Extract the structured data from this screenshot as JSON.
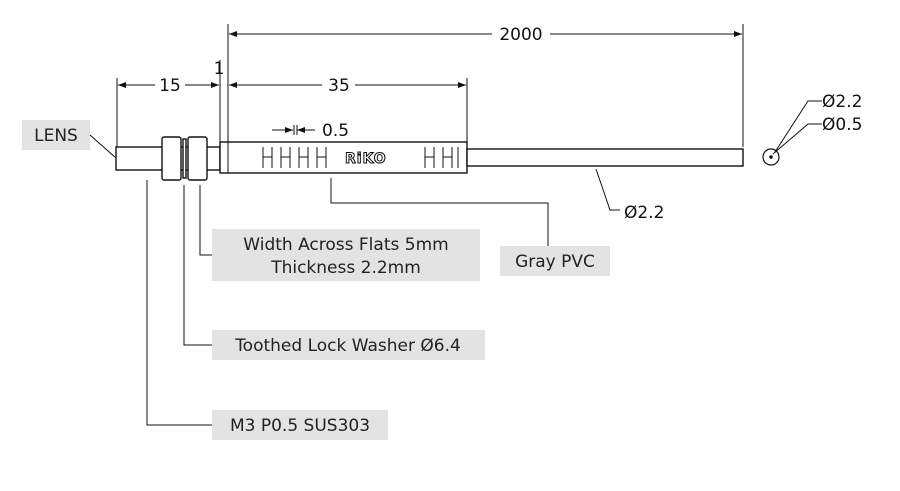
{
  "dimensions": {
    "cable_length": "2000",
    "thread_length": "15",
    "gap": "1",
    "body_length": "35",
    "groove_width": "0.5",
    "cable_outer_diameter": "Ø2.2",
    "cable_diameter": "Ø2.2",
    "fiber_core_diameter": "Ø0.5"
  },
  "labels": {
    "lens": "LENS",
    "nut_line1": "Width Across Flats 5mm",
    "nut_line2": "Thickness 2.2mm",
    "washer": "Toothed Lock Washer Ø6.4",
    "thread": "M3 P0.5 SUS303",
    "sheath": "Gray PVC"
  },
  "logo": "RiKO"
}
